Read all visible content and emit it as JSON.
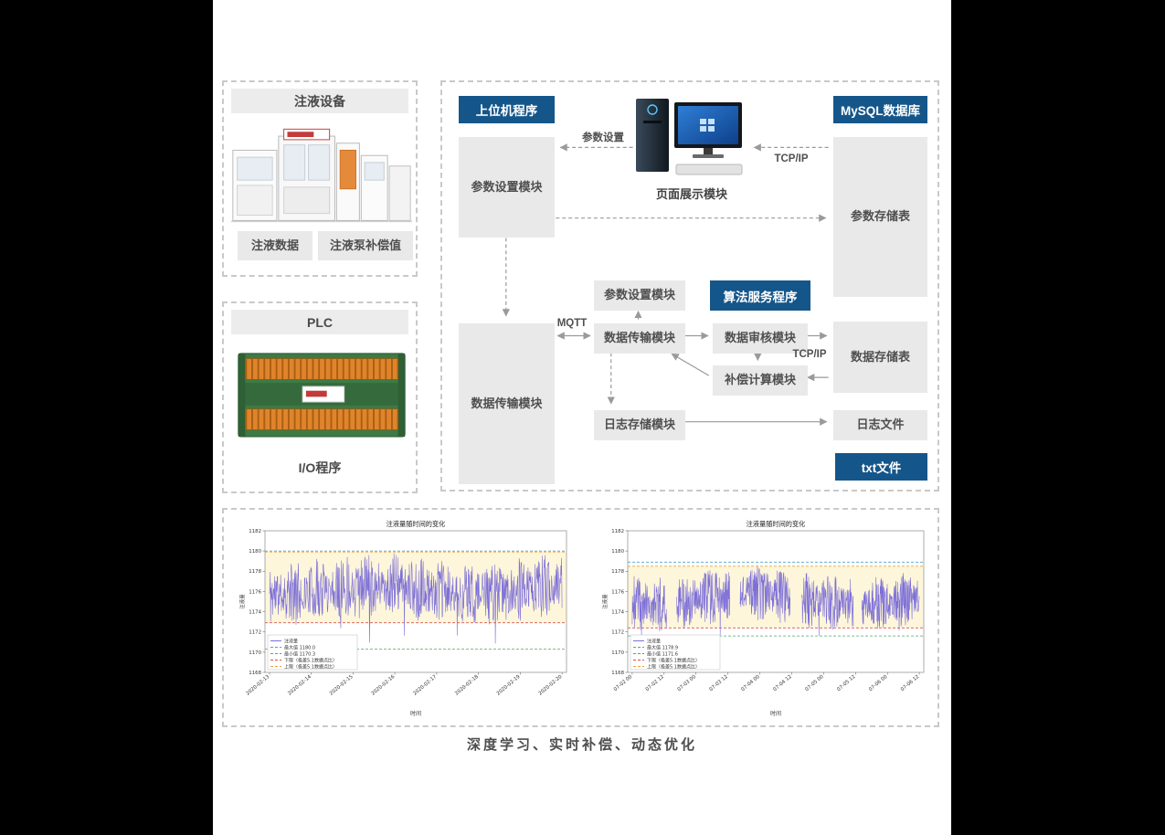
{
  "page": {
    "caption": "深度学习、实时补偿、动态优化"
  },
  "equipment_panel": {
    "title": "注液设备",
    "label_left": "注液数据",
    "label_right": "注液泵补偿值"
  },
  "plc_panel": {
    "title": "PLC",
    "caption": "I/O程序"
  },
  "architecture": {
    "host_badge": "上位机程序",
    "mysql_badge": "MySQL数据库",
    "algo_badge": "算法服务程序",
    "txt_badge": "txt文件",
    "display_label": "页面展示模块",
    "param_set_left": "参数设置模块",
    "param_store": "参数存储表",
    "data_trans_left": "数据传输模块",
    "param_set_mid": "参数设置模块",
    "data_trans_mid": "数据传输模块",
    "data_audit": "数据审核模块",
    "comp_calc": "补偿计算模块",
    "data_store": "数据存储表",
    "log_store": "日志存储模块",
    "log_file": "日志文件",
    "edge_param_set": "参数设置",
    "edge_tcpip_top": "TCP/IP",
    "edge_mqtt": "MQTT",
    "edge_tcpip_mid": "TCP/IP"
  },
  "colors": {
    "badge_blue": "#15568a",
    "module_gray": "#e9e9e9",
    "series_purple": "#7d6fd8",
    "band_yellow": "#fdf6da",
    "limit_red": "#d9534f",
    "limit_orange": "#e8a33d",
    "min_green": "#55a868",
    "max_blue": "#4aa3c8"
  },
  "chart_data": [
    {
      "type": "line",
      "title": "注液量随时间的变化",
      "xlabel": "时间",
      "ylabel": "注液量",
      "ylim": [
        1168,
        1182
      ],
      "yticks": [
        1168,
        1170,
        1172,
        1174,
        1176,
        1178,
        1180,
        1182
      ],
      "xticklabels": [
        "2020-02-13",
        "2020-02-14",
        "2020-02-15",
        "2020-02-16",
        "2020-02-17",
        "2020-02-18",
        "2020-02-19",
        "2020-02-20"
      ],
      "legend": [
        "注液量",
        "最大值 1180.0",
        "最小值 1170.3",
        "下限（极差5.1数据点比）",
        "上限（极差5.1数据点比）"
      ],
      "series_stats": {
        "max": 1180.0,
        "min": 1170.3,
        "upper_limit": 1179.9,
        "lower_limit": 1172.9
      },
      "sim": {
        "seed": 11,
        "n": 760,
        "mean": 1176.2,
        "amp": 3.2,
        "dip_prob": 0.02,
        "dip_depth": 4.5,
        "segments": [
          [
            0,
            1
          ]
        ]
      }
    },
    {
      "type": "line",
      "title": "注液量随时间的变化",
      "xlabel": "时间",
      "ylabel": "注液量",
      "ylim": [
        1168,
        1182
      ],
      "yticks": [
        1168,
        1170,
        1172,
        1174,
        1176,
        1178,
        1180,
        1182
      ],
      "xticklabels": [
        "07-02 00",
        "07-02 12",
        "07-03 00",
        "07-03 12",
        "07-04 00",
        "07-04 12",
        "07-05 00",
        "07-05 12",
        "07-06 00",
        "07-06 12"
      ],
      "legend": [
        "注液量",
        "最大值 1178.9",
        "最小值 1171.6",
        "下限（极差5.1数据点比）",
        "上限（极差5.1数据点比）"
      ],
      "series_stats": {
        "max": 1178.9,
        "min": 1171.6,
        "upper_limit": 1178.5,
        "lower_limit": 1172.4
      },
      "sim": {
        "seed": 23,
        "n": 900,
        "mean": 1175.3,
        "amp": 2.8,
        "dip_prob": 0.016,
        "dip_depth": 3.4,
        "segments": [
          [
            0,
            0.12
          ],
          [
            0.155,
            0.34
          ],
          [
            0.375,
            0.55
          ],
          [
            0.59,
            0.77
          ],
          [
            0.8,
            1.0
          ]
        ]
      }
    }
  ]
}
